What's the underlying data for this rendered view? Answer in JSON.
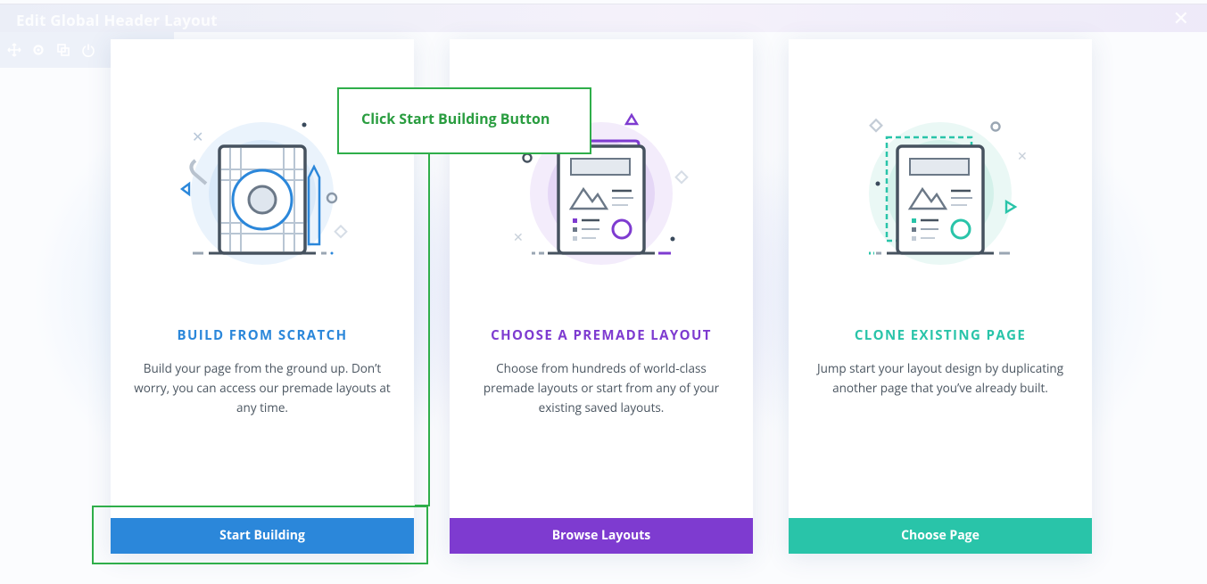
{
  "window": {
    "title": "Edit Global Header Layout",
    "close_icon": "close-icon"
  },
  "toolbar": {
    "icons": [
      "move-icon",
      "gear-icon",
      "duplicate-icon",
      "power-icon"
    ]
  },
  "cards": [
    {
      "title": "BUILD FROM SCRATCH",
      "description": "Build your page from the ground up. Don’t worry, you can access our premade layouts at any time.",
      "button_label": "Start Building",
      "accent": "#2b87da",
      "illustration": "blueprint-icon"
    },
    {
      "title": "CHOOSE A PREMADE LAYOUT",
      "description": "Choose from hundreds of world-class premade layouts or start from any of your existing saved layouts.",
      "button_label": "Browse Layouts",
      "accent": "#7e3bd0",
      "illustration": "layout-document-icon"
    },
    {
      "title": "CLONE EXISTING PAGE",
      "description": "Jump start your layout design by duplicating another page that you’ve already built.",
      "button_label": "Choose Page",
      "accent": "#29c4a9",
      "illustration": "clone-document-icon"
    }
  ],
  "annotation": {
    "text": "Click Start Building Button",
    "color": "#2fae4a"
  }
}
